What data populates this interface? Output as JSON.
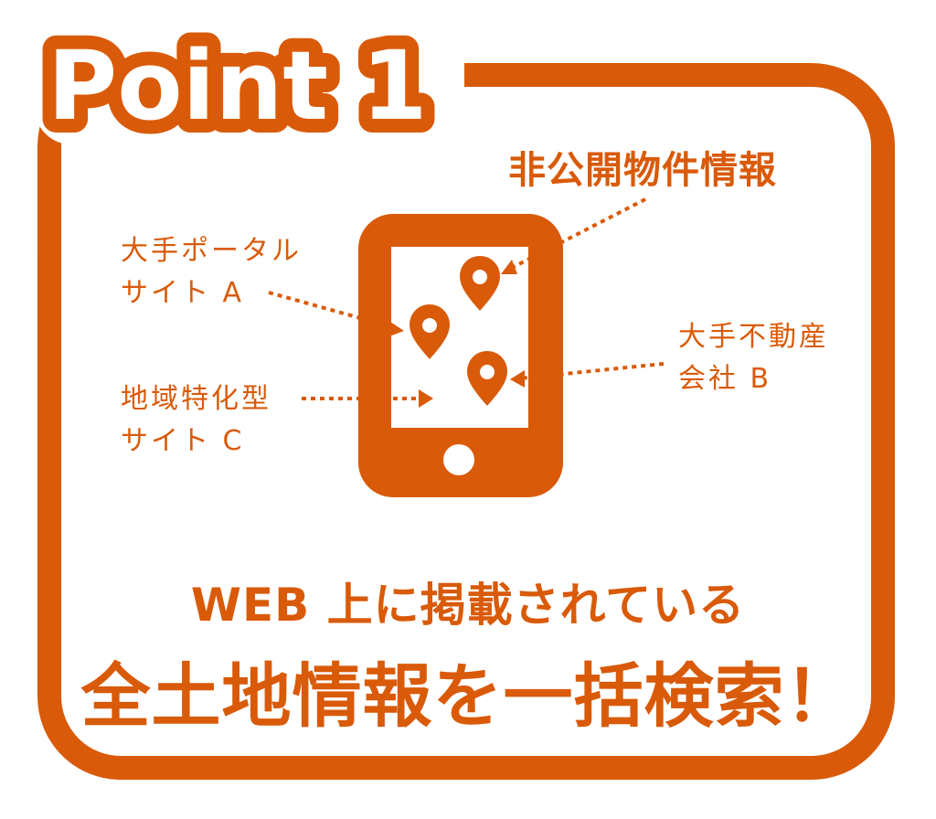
{
  "badge": {
    "title": "Point 1"
  },
  "source_labels": {
    "portal": {
      "line1": "大手ポータル",
      "line2": "サイト A"
    },
    "regional": {
      "line1": "地域特化型",
      "line2": "サイト C"
    },
    "realestate": {
      "line1": "大手不動産",
      "line2": "会社 B"
    }
  },
  "secret_label": "非公開物件情報",
  "headline": {
    "line1": "WEB 上に掲載されている",
    "line2": "全土地情報を一括検索！"
  },
  "colors": {
    "accent": "#d95a08",
    "background": "#ffffff"
  },
  "icons": [
    "smartphone-icon",
    "map-pin-icon",
    "dotted-arrow-icon"
  ]
}
